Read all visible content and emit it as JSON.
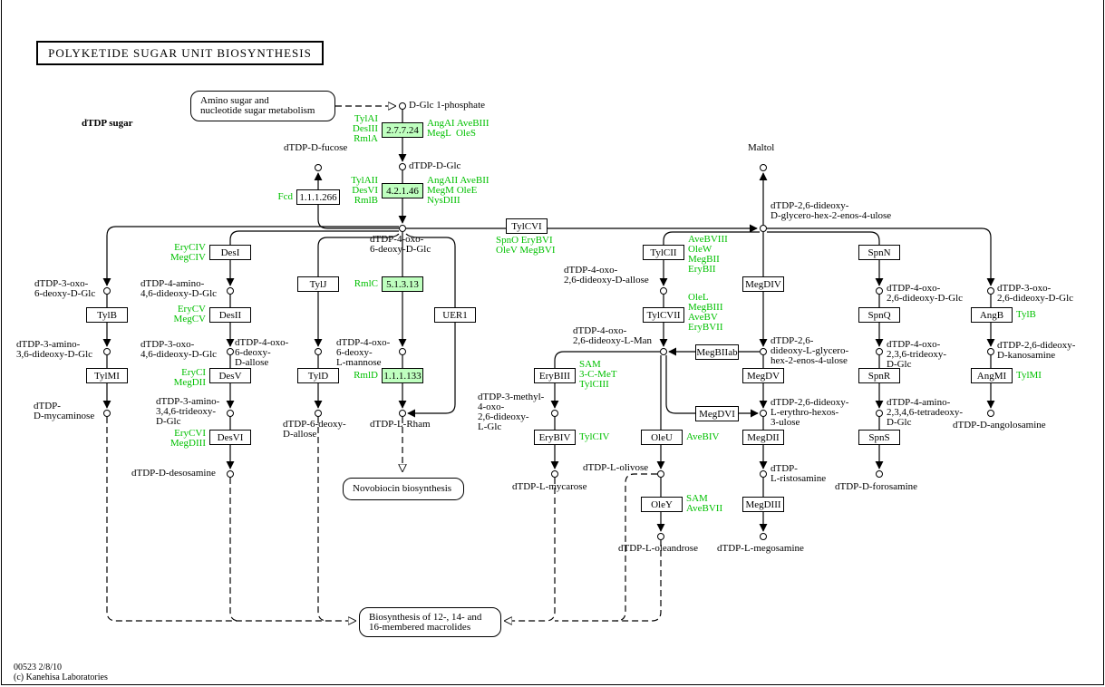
{
  "title": "POLYKETIDE SUGAR UNIT BIOSYNTHESIS",
  "section_label": "dTDP sugar",
  "footer": {
    "map_id": "00523 2/8/10",
    "copyright": "(c) Kanehisa Laboratories"
  },
  "colors": {
    "enzyme_highlight": "#bfffbf",
    "gene_label": "#00c000",
    "line": "#000000"
  },
  "maps": [
    {
      "id": "m_amino",
      "label": "Amino sugar and\nnucleotide sugar metabolism"
    },
    {
      "id": "m_novo",
      "label": "Novobiocin biosynthesis"
    },
    {
      "id": "m_macro",
      "label": "Biosynthesis of 12-, 14- and\n16-membered macrolides"
    }
  ],
  "compounds": [
    {
      "id": "c_glc1p",
      "label": "D-Glc 1-phosphate"
    },
    {
      "id": "c_dglc",
      "label": "dTDP-D-Glc"
    },
    {
      "id": "c_oxo",
      "label": "dTDP-4-oxo-\n6-deoxy-D-Glc"
    },
    {
      "id": "c_fucose",
      "label": "dTDP-D-fucose"
    },
    {
      "id": "c_maltol",
      "label": "Maltol"
    },
    {
      "id": "c_c4",
      "label": "dTDP-2,6-dideoxy-\nD-glycero-hex-2-enos-4-ulose"
    },
    {
      "id": "c_118a",
      "label": "dTDP-3-oxo-\n6-deoxy-D-Glc"
    },
    {
      "id": "c_118b",
      "label": "dTDP-3-amino-\n3,6-dideoxy-D-Glc"
    },
    {
      "id": "c_118c",
      "label": "dTDP-\nD-mycaminose"
    },
    {
      "id": "c_254a",
      "label": "dTDP-4-amino-\n4,6-dideoxy-D-Glc"
    },
    {
      "id": "c_254b",
      "label": "dTDP-3-oxo-\n4,6-dideoxy-D-Glc"
    },
    {
      "id": "c_254c",
      "label": "dTDP-3-amino-\n3,4,6-trideoxy-\nD-Glc"
    },
    {
      "id": "c_254d",
      "label": "dTDP-D-desosamine"
    },
    {
      "id": "c_351a",
      "label": "dTDP-4-oxo-\n6-deoxy-\nD-allose"
    },
    {
      "id": "c_351b",
      "label": "dTDP-6-deoxy-\nD-allose"
    },
    {
      "id": "c_444a",
      "label": "dTDP-4-oxo-\n6-deoxy-\nL-mannose"
    },
    {
      "id": "c_444b",
      "label": "dTDP-L-Rham"
    },
    {
      "id": "c_732a",
      "label": "dTDP-4-oxo-\n2,6-dideoxy-D-allose"
    },
    {
      "id": "c_732b",
      "label": "dTDP-4-oxo-\n2,6-dideoxy-L-Man"
    },
    {
      "id": "c_612a",
      "label": "dTDP-3-methyl-\n4-oxo-\n2,6-dideoxy-\nL-Glc"
    },
    {
      "id": "c_612b",
      "label": "dTDP-L-mycarose"
    },
    {
      "id": "c_729a",
      "label": "dTDP-L-olivose"
    },
    {
      "id": "c_729b",
      "label": "dTDP-L-oleandrose"
    },
    {
      "id": "c_842a",
      "label": "dTDP-2,6-\ndideoxy-L-glycero-\nhex-2-enos-4-ulose"
    },
    {
      "id": "c_842b",
      "label": "dTDP-2,6-dideoxy-\nL-erythro-hexos-\n3-ulose"
    },
    {
      "id": "c_842c",
      "label": "dTDP-\nL-ristosamine"
    },
    {
      "id": "c_842d",
      "label": "dTDP-L-megosamine"
    },
    {
      "id": "c_970a",
      "label": "dTDP-4-oxo-\n2,6-dideoxy-D-Glc"
    },
    {
      "id": "c_970b",
      "label": "dTDP-4-oxo-\n2,3,6-trideoxy-\nD-Glc"
    },
    {
      "id": "c_970c",
      "label": "dTDP-4-amino-\n2,3,4,6-tetradeoxy-\nD-Glc"
    },
    {
      "id": "c_970d",
      "label": "dTDP-D-forosamine"
    },
    {
      "id": "c_1093a",
      "label": "dTDP-3-oxo-\n2,6-dideoxy-D-Glc"
    },
    {
      "id": "c_1093b",
      "label": "dTDP-2,6-dideoxy-\nD-kanosamine"
    },
    {
      "id": "c_1093c",
      "label": "dTDP-D-angolosamine"
    }
  ],
  "enzymes": [
    {
      "id": "e1",
      "label": "2.7.7.24",
      "highlighted": true,
      "genes_left": "TylAI\nDesIII\nRmlA",
      "genes_right": "AngAI AveBIII\nMegL  OleS"
    },
    {
      "id": "e2",
      "label": "4.2.1.46",
      "highlighted": true,
      "genes_left": "TylAII\nDesVI\nRmlB",
      "genes_right": "AngAII AveBII\nMegM OleE\nNysDIII"
    },
    {
      "id": "e3",
      "label": "1.1.1.266",
      "highlighted": false,
      "genes_left": "Fcd"
    },
    {
      "id": "e4",
      "label": "TylCVI",
      "highlighted": false,
      "genes_below": "SpnO EryBVI\nOleV MegBVI"
    },
    {
      "id": "e5",
      "label": "DesI",
      "highlighted": false,
      "genes_left": "EryCIV\nMegCIV"
    },
    {
      "id": "e6",
      "label": "TylJ",
      "highlighted": false
    },
    {
      "id": "e7",
      "label": "5.1.3.13",
      "highlighted": true,
      "genes_left": "RmlC"
    },
    {
      "id": "e8",
      "label": "UER1",
      "highlighted": false
    },
    {
      "id": "e9",
      "label": "TylB",
      "highlighted": false
    },
    {
      "id": "e10",
      "label": "DesII",
      "highlighted": false,
      "genes_left": "EryCV\nMegCV"
    },
    {
      "id": "e11",
      "label": "TylMI",
      "highlighted": false
    },
    {
      "id": "e12",
      "label": "DesV",
      "highlighted": false,
      "genes_left": "EryCI\nMegDII"
    },
    {
      "id": "e13",
      "label": "TylD",
      "highlighted": false
    },
    {
      "id": "e14",
      "label": "1.1.1.133",
      "highlighted": true,
      "genes_left": "RmlD"
    },
    {
      "id": "e15",
      "label": "DesVI",
      "highlighted": false,
      "genes_left": "EryCVI\nMegDIII"
    },
    {
      "id": "e16",
      "label": "TylCII",
      "highlighted": false,
      "genes_right": "AveBVIII\nOleW\nMegBII\nEryBII"
    },
    {
      "id": "e17",
      "label": "TylCVII",
      "highlighted": false,
      "genes_right": "OleL\nMegBIII\nAveBV\nEryBVII"
    },
    {
      "id": "e18",
      "label": "MegDIV",
      "highlighted": false
    },
    {
      "id": "e19",
      "label": "MegBIIab",
      "highlighted": false
    },
    {
      "id": "e20",
      "label": "EryBIII",
      "highlighted": false,
      "genes_right": "SAM\n3-C-MeT\nTylCIII"
    },
    {
      "id": "e21",
      "label": "MegDV",
      "highlighted": false
    },
    {
      "id": "e22",
      "label": "MegDVI",
      "highlighted": false
    },
    {
      "id": "e23",
      "label": "EryBIV",
      "highlighted": false,
      "genes_right": "TylCIV"
    },
    {
      "id": "e24",
      "label": "OleU",
      "highlighted": false,
      "genes_right": "AveBIV"
    },
    {
      "id": "e25",
      "label": "MegDII",
      "highlighted": false
    },
    {
      "id": "e26",
      "label": "OleY",
      "highlighted": false,
      "genes_right": "SAM\nAveBVII"
    },
    {
      "id": "e27",
      "label": "MegDIII",
      "highlighted": false
    },
    {
      "id": "e28",
      "label": "SpnN",
      "highlighted": false
    },
    {
      "id": "e29",
      "label": "SpnQ",
      "highlighted": false
    },
    {
      "id": "e30",
      "label": "SpnR",
      "highlighted": false
    },
    {
      "id": "e31",
      "label": "SpnS",
      "highlighted": false
    },
    {
      "id": "e32",
      "label": "AngB",
      "highlighted": false,
      "genes_right": "TylB"
    },
    {
      "id": "e33",
      "label": "AngMI",
      "highlighted": false,
      "genes_right": "TylMI"
    }
  ]
}
